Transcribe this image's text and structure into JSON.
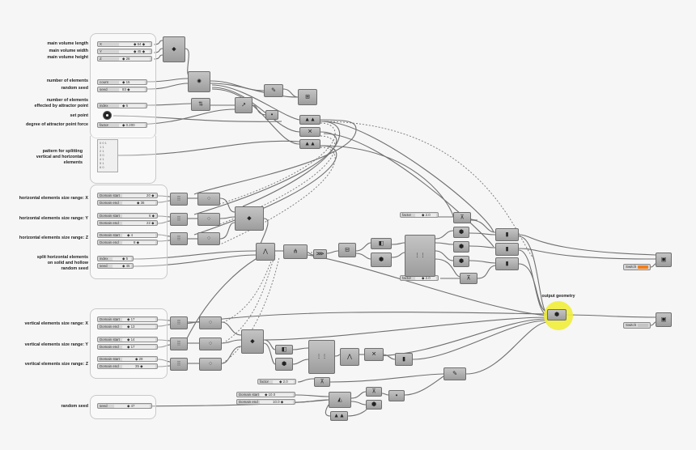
{
  "labels": {
    "main_length": "main volume length",
    "main_width": "main volume width",
    "main_height": "main volume height",
    "num_elements": "number of elements",
    "random_seed_1": "random seed",
    "attractor_count": "number of elements",
    "attractor_count_2": "effected by attractor point",
    "set_point": "set point",
    "attractor_force": "degree of attractor point force",
    "pattern_1": "pattern for splitting",
    "pattern_2": "vertical and horizontal",
    "pattern_3": "elements",
    "h_range_x": "horizontal elements size range: X",
    "h_range_y": "horizontal elements size range: Y",
    "h_range_z": "horizontal elements size range: Z",
    "split_1": "split horizontal elements",
    "split_2": "on solid and hollow",
    "random_seed_2": "random seed",
    "v_range_x": "vertical elements size range: X",
    "v_range_y": "vertical elements size range: Y",
    "v_range_z": "vertical elements size range: Z",
    "random_seed_3": "random seed",
    "output": "output geometry"
  },
  "sliders": {
    "main_x": {
      "name": "X",
      "value": "◆ 64 ◆"
    },
    "main_y": {
      "name": "Y",
      "value": "◆ 45 ◆"
    },
    "main_z": {
      "name": "Z",
      "value": "◆ 26"
    },
    "count": {
      "name": "count",
      "value": "◆ 15"
    },
    "seed1": {
      "name": "seed",
      "value": "83 ◆"
    },
    "index": {
      "name": "index",
      "value": "◆ 6"
    },
    "factor": {
      "name": "factor",
      "value": "◆ 0.200"
    },
    "hx_start": {
      "name": "Domain start",
      "value": "20 ◆"
    },
    "hx_end": {
      "name": "Domain end",
      "value": "◆ 36"
    },
    "hy_start": {
      "name": "Domain start",
      "value": "6 ◆"
    },
    "hy_end": {
      "name": "Domain end",
      "value": "22 ◆"
    },
    "hz_start": {
      "name": "Domain start",
      "value": "◆ 4"
    },
    "hz_end": {
      "name": "Domain end",
      "value": "8 ◆"
    },
    "index2": {
      "name": "index",
      "value": "◆ 5"
    },
    "seed2": {
      "name": "seed",
      "value": "◆ 45"
    },
    "vx_start": {
      "name": "Domain start",
      "value": "◆ 17"
    },
    "vx_end": {
      "name": "Domain end",
      "value": "◆ 13"
    },
    "vy_start": {
      "name": "Domain start",
      "value": "◆ 14"
    },
    "vy_end": {
      "name": "Domain end",
      "value": "◆ 17"
    },
    "vz_start": {
      "name": "Domain start",
      "value": "◆ 29"
    },
    "vz_end": {
      "name": "Domain end",
      "value": "35 ◆"
    },
    "seed3": {
      "name": "seed",
      "value": "◆ 47"
    },
    "factor2": {
      "name": "factor",
      "value": "◆ 2.0"
    },
    "factor3": {
      "name": "factor",
      "value": "◆ 2.0"
    },
    "factor4": {
      "name": "factor",
      "value": "◆ 2.0"
    },
    "dom_start": {
      "name": "Domain start",
      "value": "◆ 10.0"
    },
    "dom_end": {
      "name": "Domain end",
      "value": "10.0 ◆"
    }
  },
  "pattern_panel": [
    "0 0 1",
    "1 1",
    "2 1",
    "3 0",
    "4 1",
    "5 1",
    "6 0"
  ],
  "toggles": {
    "t1": {
      "label": "Switch"
    },
    "t2": {
      "label": "Switch"
    }
  },
  "colors": {
    "background": "#f6f6f6",
    "wire": "#7c7c7c",
    "halo": "#f1ee3a",
    "toggle_on": "#f07e1b"
  }
}
